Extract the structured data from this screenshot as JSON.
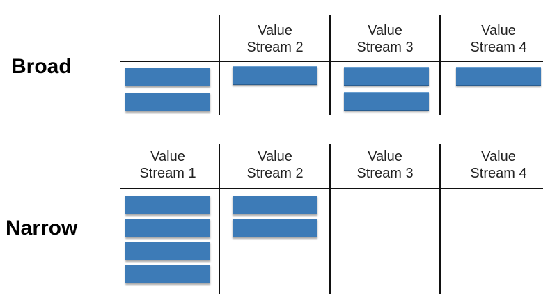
{
  "colors": {
    "bar": "#3d7bb7",
    "lines": "#111111"
  },
  "sections": [
    {
      "label": "Broad",
      "columns": [
        {
          "line1": "",
          "line2": "",
          "bars": 2
        },
        {
          "line1": "Value",
          "line2": "Stream 2",
          "bars": 1
        },
        {
          "line1": "Value",
          "line2": "Stream 3",
          "bars": 2
        },
        {
          "line1": "Value",
          "line2": "Stream 4",
          "bars": 1
        }
      ]
    },
    {
      "label": "Narrow",
      "columns": [
        {
          "line1": "Value",
          "line2": "Stream 1",
          "bars": 4
        },
        {
          "line1": "Value",
          "line2": "Stream 2",
          "bars": 2
        },
        {
          "line1": "Value",
          "line2": "Stream 3",
          "bars": 0
        },
        {
          "line1": "Value",
          "line2": "Stream 4",
          "bars": 0
        }
      ]
    }
  ]
}
